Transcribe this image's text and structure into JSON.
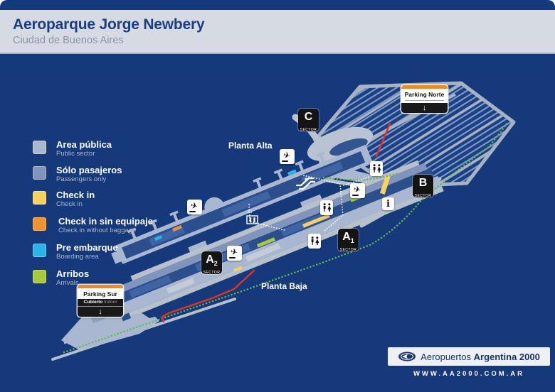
{
  "header": {
    "title": "Aeroparque Jorge Newbery",
    "subtitle": "Ciudad de Buenos Aires"
  },
  "legend": {
    "items": [
      {
        "label": "Area pública",
        "sublabel": "Public sector",
        "color": "#a9b8d0"
      },
      {
        "label": "Sólo pasajeros",
        "sublabel": "Passengers only",
        "color": "#8194bb"
      },
      {
        "label": "Check in",
        "sublabel": "Check in",
        "color": "#f7d35e"
      },
      {
        "label": "Check in sin equipaje",
        "sublabel": "Check in without baggage",
        "color": "#f0922e"
      },
      {
        "label": "Pre embarque",
        "sublabel": "Boarding area",
        "color": "#29b5e8"
      },
      {
        "label": "Arribos",
        "sublabel": "Arrivals",
        "color": "#a8c93c"
      }
    ]
  },
  "map": {
    "labels": {
      "upper_floor": "Planta Alta",
      "lower_floor": "Planta Baja"
    },
    "sectors": [
      {
        "letter": "C",
        "number": "",
        "caption": "SECTOR"
      },
      {
        "letter": "B",
        "number": "",
        "caption": "SECTOR"
      },
      {
        "letter": "A",
        "number": "1",
        "caption": "SECTOR"
      },
      {
        "letter": "A",
        "number": "2",
        "caption": "SECTOR"
      }
    ],
    "signs": {
      "parking_norte": {
        "title": "Parking Norte",
        "arrow": "↓"
      },
      "parking_sur": {
        "title": "Parking Sur",
        "detail_bold": "Cubierto",
        "detail_light": "Indoor",
        "arrow": "↓"
      }
    },
    "icons": {
      "airplane": "✈",
      "info": "i",
      "elevator_arrows": "↑↓",
      "restrooms": "wc-man-woman-figures",
      "escalator": "escalator-steps"
    },
    "colors": {
      "background": "#15397b",
      "route_red": "#e23128",
      "walk_path_green": "#62bd45",
      "road_gray": "#b7c1cc",
      "public_area": "#a9b8d0",
      "passengers_only": "#8194bb",
      "check_in": "#f7d35e",
      "check_in_no_baggage": "#f0922e",
      "boarding": "#29b5e8",
      "arrivals": "#a8c93c"
    }
  },
  "footer": {
    "brand_regular": "Aeropuertos",
    "brand_bold": "Argentina 2000",
    "url": "WWW.AA2000.COM.AR"
  }
}
